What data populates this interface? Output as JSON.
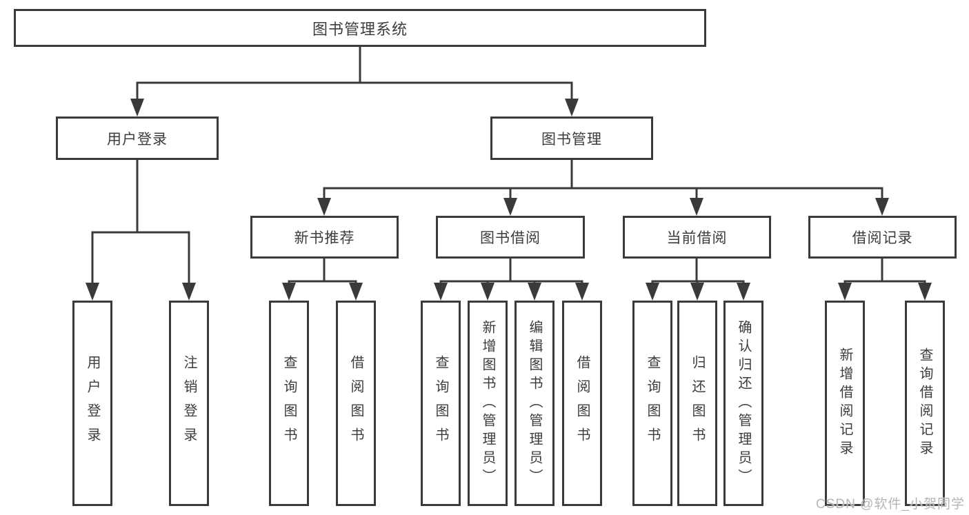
{
  "diagram_type": "tree-diagram",
  "colors": {
    "line": "#3a3a3a",
    "node_border": "#3a3a3a",
    "text": "#3c3c3c",
    "background": "#ffffff",
    "watermark": "#b5b5b5"
  },
  "tree": {
    "root": {
      "label": "图书管理系统",
      "children": [
        {
          "label": "用户登录",
          "children": [
            {
              "label": "用户登录"
            },
            {
              "label": "注销登录"
            }
          ]
        },
        {
          "label": "图书管理",
          "children": [
            {
              "label": "新书推荐",
              "children": [
                {
                  "label": "查询图书"
                },
                {
                  "label": "借阅图书"
                }
              ]
            },
            {
              "label": "图书借阅",
              "children": [
                {
                  "label": "查询图书"
                },
                {
                  "label": "新增图书（管理员）"
                },
                {
                  "label": "编辑图书（管理员）"
                },
                {
                  "label": "借阅图书"
                }
              ]
            },
            {
              "label": "当前借阅",
              "children": [
                {
                  "label": "查询图书"
                },
                {
                  "label": "归还图书"
                },
                {
                  "label": "确认归还（管理员）"
                }
              ]
            },
            {
              "label": "借阅记录",
              "children": [
                {
                  "label": "新增借阅记录"
                },
                {
                  "label": "查询借阅记录"
                }
              ]
            }
          ]
        }
      ]
    }
  },
  "watermark": "CSDN @软件_小贺同学"
}
